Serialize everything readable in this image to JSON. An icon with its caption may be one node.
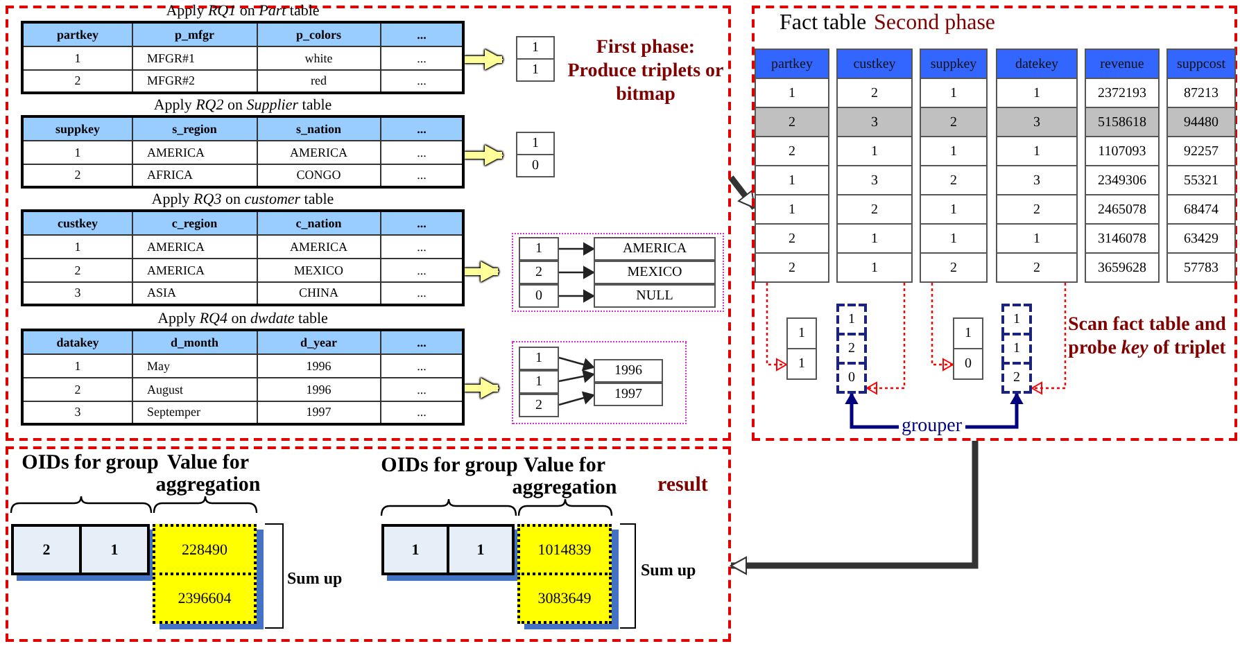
{
  "diagram": {
    "nodes": [
      {
        "text": [
          "First phase: Produce triplets or bitmap"
        ]
      },
      {
        "text": [
          "Apply *RQ1* on *Part* table",
          "partkey",
          "p_mfgr",
          "p_colors",
          "...",
          "1",
          "MFGR#1",
          "white",
          "...",
          "2",
          "MFGR#2",
          "red",
          "..."
        ],
        "in": 0
      },
      {
        "text": [
          "1",
          "1"
        ],
        "in": 0
      },
      {
        "text": [
          "Apply *RQ2* on *Supplier* table",
          "suppkey",
          "s_region",
          "s_nation",
          "...",
          "1",
          "AMERICA",
          "AMERICA",
          "...",
          "2",
          "AFRICA",
          "CONGO",
          "..."
        ],
        "in": 0
      },
      {
        "text": [
          "1",
          "0"
        ],
        "in": 0
      },
      {
        "text": [
          "Apply *RQ3* on *customer* table",
          "custkey",
          "c_region",
          "c_nation",
          "...",
          "1",
          "AMERICA",
          "AMERICA",
          "...",
          "2",
          "AMERICA",
          "MEXICO",
          "...",
          "3",
          "ASIA",
          "CHINA",
          "..."
        ],
        "in": 0
      },
      {
        "text": [],
        "shape": "box",
        "in": 0
      },
      {
        "text": [
          "1"
        ],
        "in": 6
      },
      {
        "text": [
          "2"
        ],
        "in": 6
      },
      {
        "text": [
          "0"
        ],
        "in": 6
      },
      {
        "text": [
          "AMERICA"
        ],
        "in": 6
      },
      {
        "text": [
          "MEXICO"
        ],
        "in": 6
      },
      {
        "text": [
          "NULL"
        ],
        "in": 6
      },
      {
        "text": [
          "Apply *RQ4* on *dwdate* table",
          "datakey",
          "d_month",
          "d_year",
          "...",
          "1",
          "May",
          "1996",
          "...",
          "2",
          "August",
          "1996",
          "...",
          "3",
          "Septemper",
          "1997",
          "..."
        ],
        "in": 0
      },
      {
        "text": [],
        "shape": "box",
        "in": 0
      },
      {
        "text": [
          "1"
        ],
        "in": 14
      },
      {
        "text": [
          "1"
        ],
        "in": 14
      },
      {
        "text": [
          "2"
        ],
        "in": 14
      },
      {
        "text": [
          "1996"
        ],
        "in": 14
      },
      {
        "text": [
          "1997"
        ],
        "in": 14
      },
      {
        "text": [
          "Fact table",
          "Second phase",
          "Scan fact table and probe *key* of triplet"
        ]
      },
      {
        "text": [
          "partkey",
          "1",
          "2",
          "2",
          "1",
          "1",
          "2",
          "2"
        ],
        "in": 20
      },
      {
        "text": [
          "custkey",
          "2",
          "3",
          "1",
          "3",
          "2",
          "1",
          "1"
        ],
        "in": 20
      },
      {
        "text": [
          "suppkey",
          "1",
          "2",
          "1",
          "2",
          "1",
          "1",
          "2"
        ],
        "in": 20
      },
      {
        "text": [
          "datekey",
          "1",
          "3",
          "1",
          "3",
          "2",
          "1",
          "2"
        ],
        "in": 20
      },
      {
        "text": [
          "revenue",
          "2372193",
          "5158618",
          "1107093",
          "2349306",
          "2465078",
          "3146078",
          "3659628"
        ],
        "in": 20
      },
      {
        "text": [
          "suppcost",
          "87213",
          "94480",
          "92257",
          "55321",
          "68474",
          "63429",
          "57783"
        ],
        "in": 20
      },
      {
        "text": [
          "1",
          "1"
        ],
        "in": 20
      },
      {
        "text": [
          "1",
          "2",
          "0"
        ],
        "in": 20
      },
      {
        "text": [
          "1",
          "0"
        ],
        "in": 20
      },
      {
        "text": [
          "1",
          "1",
          "2"
        ],
        "in": 20
      },
      {
        "text": [
          "result"
        ]
      },
      {
        "text": [
          "2",
          "1"
        ],
        "in": 31
      },
      {
        "text": [
          "228490",
          "2396604"
        ],
        "in": 31
      },
      {
        "text": [
          "1",
          "1"
        ],
        "in": 31
      },
      {
        "text": [
          "1014839",
          "3083649"
        ],
        "in": 31
      }
    ],
    "edges": [
      {
        "from": 1,
        "to": 2,
        "arrow": "to",
        "style": "thick",
        "color": "#ffff99"
      },
      {
        "from": 3,
        "to": 4,
        "arrow": "to",
        "style": "thick",
        "color": "#ffff99"
      },
      {
        "from": 5,
        "to": 6,
        "arrow": "to",
        "style": "thick",
        "color": "#ffff99"
      },
      {
        "from": 13,
        "to": 14,
        "arrow": "to",
        "style": "thick",
        "color": "#ffff99"
      },
      {
        "from": 7,
        "to": 10,
        "arrow": "to"
      },
      {
        "from": 8,
        "to": 11,
        "arrow": "to"
      },
      {
        "from": 9,
        "to": 12,
        "arrow": "to"
      },
      {
        "from": 15,
        "to": 18,
        "arrow": "to"
      },
      {
        "from": 16,
        "to": 18,
        "arrow": "to"
      },
      {
        "from": 17,
        "to": 19,
        "arrow": "to"
      },
      {
        "from": 0,
        "to": 21,
        "arrow": "to",
        "style": "thick"
      },
      {
        "from": 21,
        "to": 27,
        "arrow": "to",
        "style": "dashed",
        "color": "#ff0000"
      },
      {
        "from": 22,
        "to": 28,
        "arrow": "to",
        "style": "dashed",
        "color": "#ff0000"
      },
      {
        "from": 23,
        "to": 29,
        "arrow": "to",
        "style": "dashed",
        "color": "#ff0000"
      },
      {
        "from": 24,
        "to": 30,
        "arrow": "to",
        "style": "dashed",
        "color": "#ff0000"
      },
      {
        "from": 28,
        "to": 30,
        "arrow": "both",
        "label": "grouper",
        "color": "#000080"
      },
      {
        "from": 20,
        "to": 31,
        "arrow": "to",
        "style": "thick"
      }
    ],
    "labels": [
      "OIDs for group",
      "Value for aggregation",
      "Sum up",
      "OIDs for group",
      "Value for aggregation",
      "Sum up"
    ]
  }
}
